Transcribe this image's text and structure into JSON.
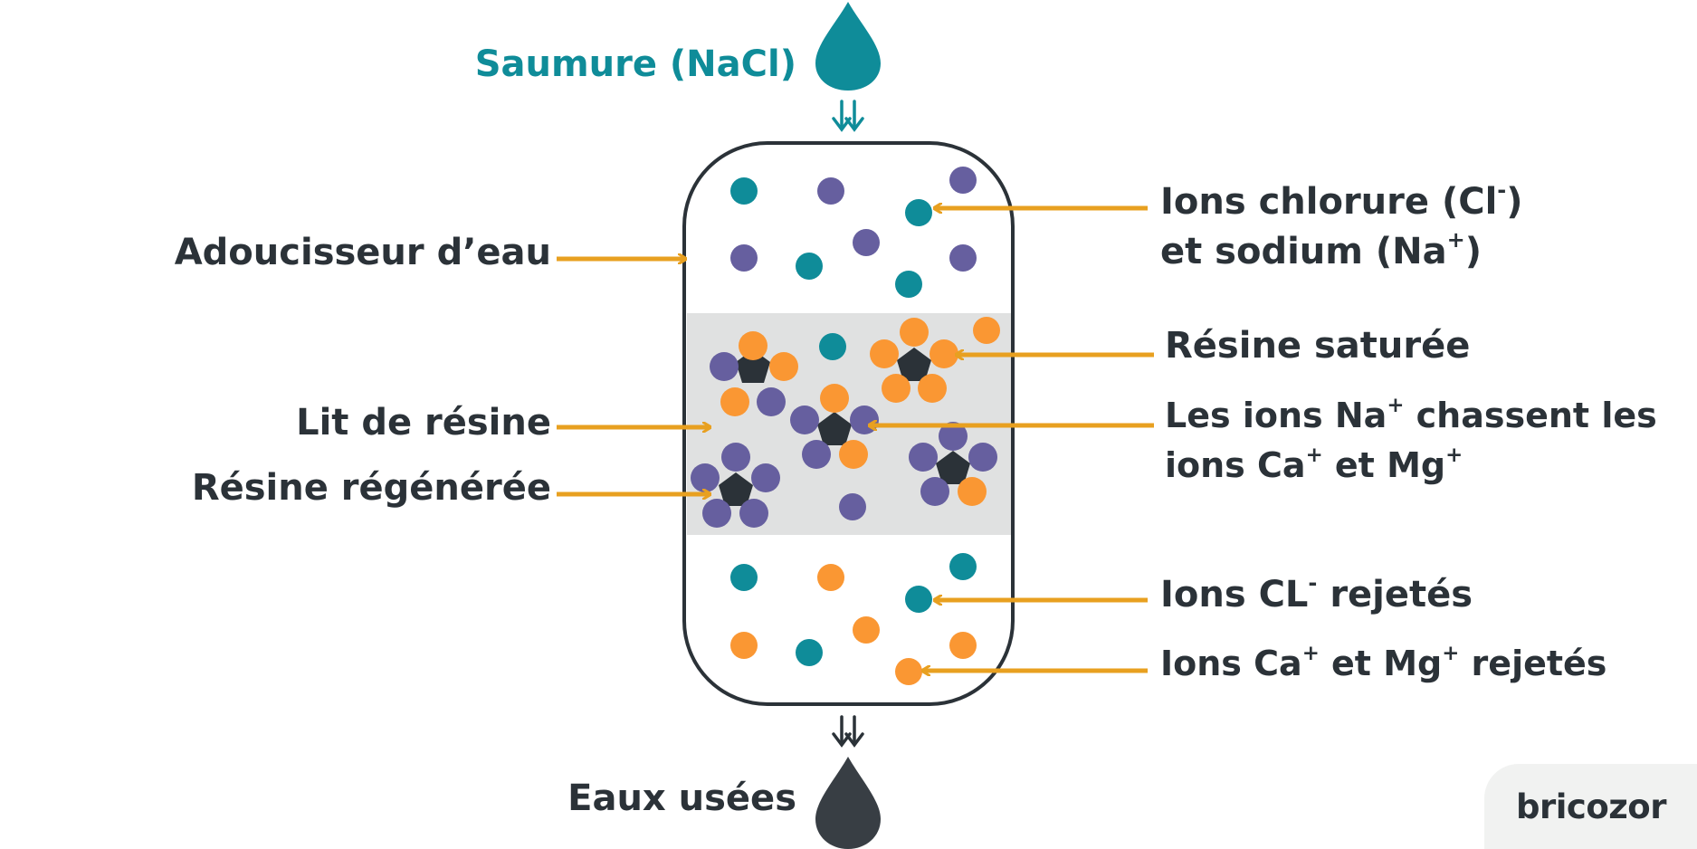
{
  "labels": {
    "brine": "Saumure (NaCl)",
    "softener": "Adoucisseur d’eau",
    "resin_bed": "Lit de résine",
    "regenerated_resin": "Résine régénérée",
    "chloride_sodium_1": "Ions chlorure (Cl",
    "chloride_sodium_1_sup": "-",
    "chloride_sodium_1_end": ")",
    "chloride_sodium_2": "et sodium (Na",
    "chloride_sodium_2_sup": "+",
    "chloride_sodium_2_end": ")",
    "saturated_resin": "Résine saturée",
    "exchange_1a": "Les ions Na",
    "exchange_1a_sup": "+",
    "exchange_1b": " chassent les",
    "exchange_2a": "ions Ca",
    "exchange_2a_sup": "+",
    "exchange_2b": " et Mg",
    "exchange_2b_sup": "+",
    "cl_rejected_a": "Ions CL",
    "cl_rejected_sup": "-",
    "cl_rejected_b": " rejetés",
    "camg_rejected_a": "Ions Ca",
    "camg_rejected_sup1": "+",
    "camg_rejected_b": " et Mg",
    "camg_rejected_sup2": "+",
    "camg_rejected_c": " rejetés",
    "wastewater": "Eaux usées"
  },
  "brand": {
    "name": "bricozor"
  },
  "colors": {
    "teal": "#0f8c99",
    "purple": "#665f9f",
    "orange": "#fa9733",
    "dark": "#2b3238",
    "arrow": "#e8a020",
    "resin_band": "#e0e1e1",
    "brand_bg": "#f1f2f1",
    "brand_purple": "#4a4a7d",
    "brand_orange": "#fa9733",
    "drop_dark": "#383e44"
  },
  "icons": {
    "brine_drop": "teal-water-drop-icon",
    "wastewater_drop": "dark-water-drop-icon",
    "flow_down": "double-down-arrow-icon"
  }
}
